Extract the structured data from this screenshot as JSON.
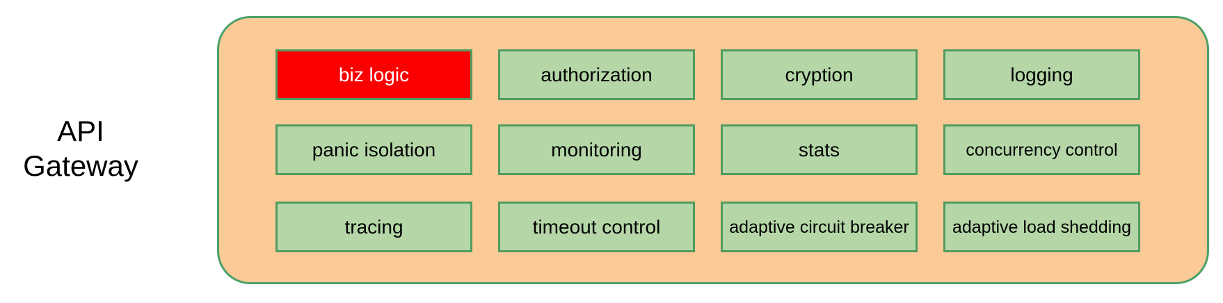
{
  "title": {
    "label": "API Gateway"
  },
  "colors": {
    "container_fill": "#fcca96",
    "container_border": "#4aa167",
    "box_fill": "#b5d7a8",
    "box_border": "#519b60",
    "highlight_fill": "#fa0000",
    "highlight_text": "#ffffff",
    "text": "#000000"
  },
  "gateway": {
    "boxes": [
      {
        "label": "biz logic",
        "highlight": true
      },
      {
        "label": "authorization",
        "highlight": false
      },
      {
        "label": "cryption",
        "highlight": false
      },
      {
        "label": "logging",
        "highlight": false
      },
      {
        "label": "panic isolation",
        "highlight": false
      },
      {
        "label": "monitoring",
        "highlight": false
      },
      {
        "label": "stats",
        "highlight": false
      },
      {
        "label": "concurrency control",
        "highlight": false
      },
      {
        "label": "tracing",
        "highlight": false
      },
      {
        "label": "timeout control",
        "highlight": false
      },
      {
        "label": "adaptive circuit breaker",
        "highlight": false
      },
      {
        "label": "adaptive load shedding",
        "highlight": false
      }
    ]
  }
}
